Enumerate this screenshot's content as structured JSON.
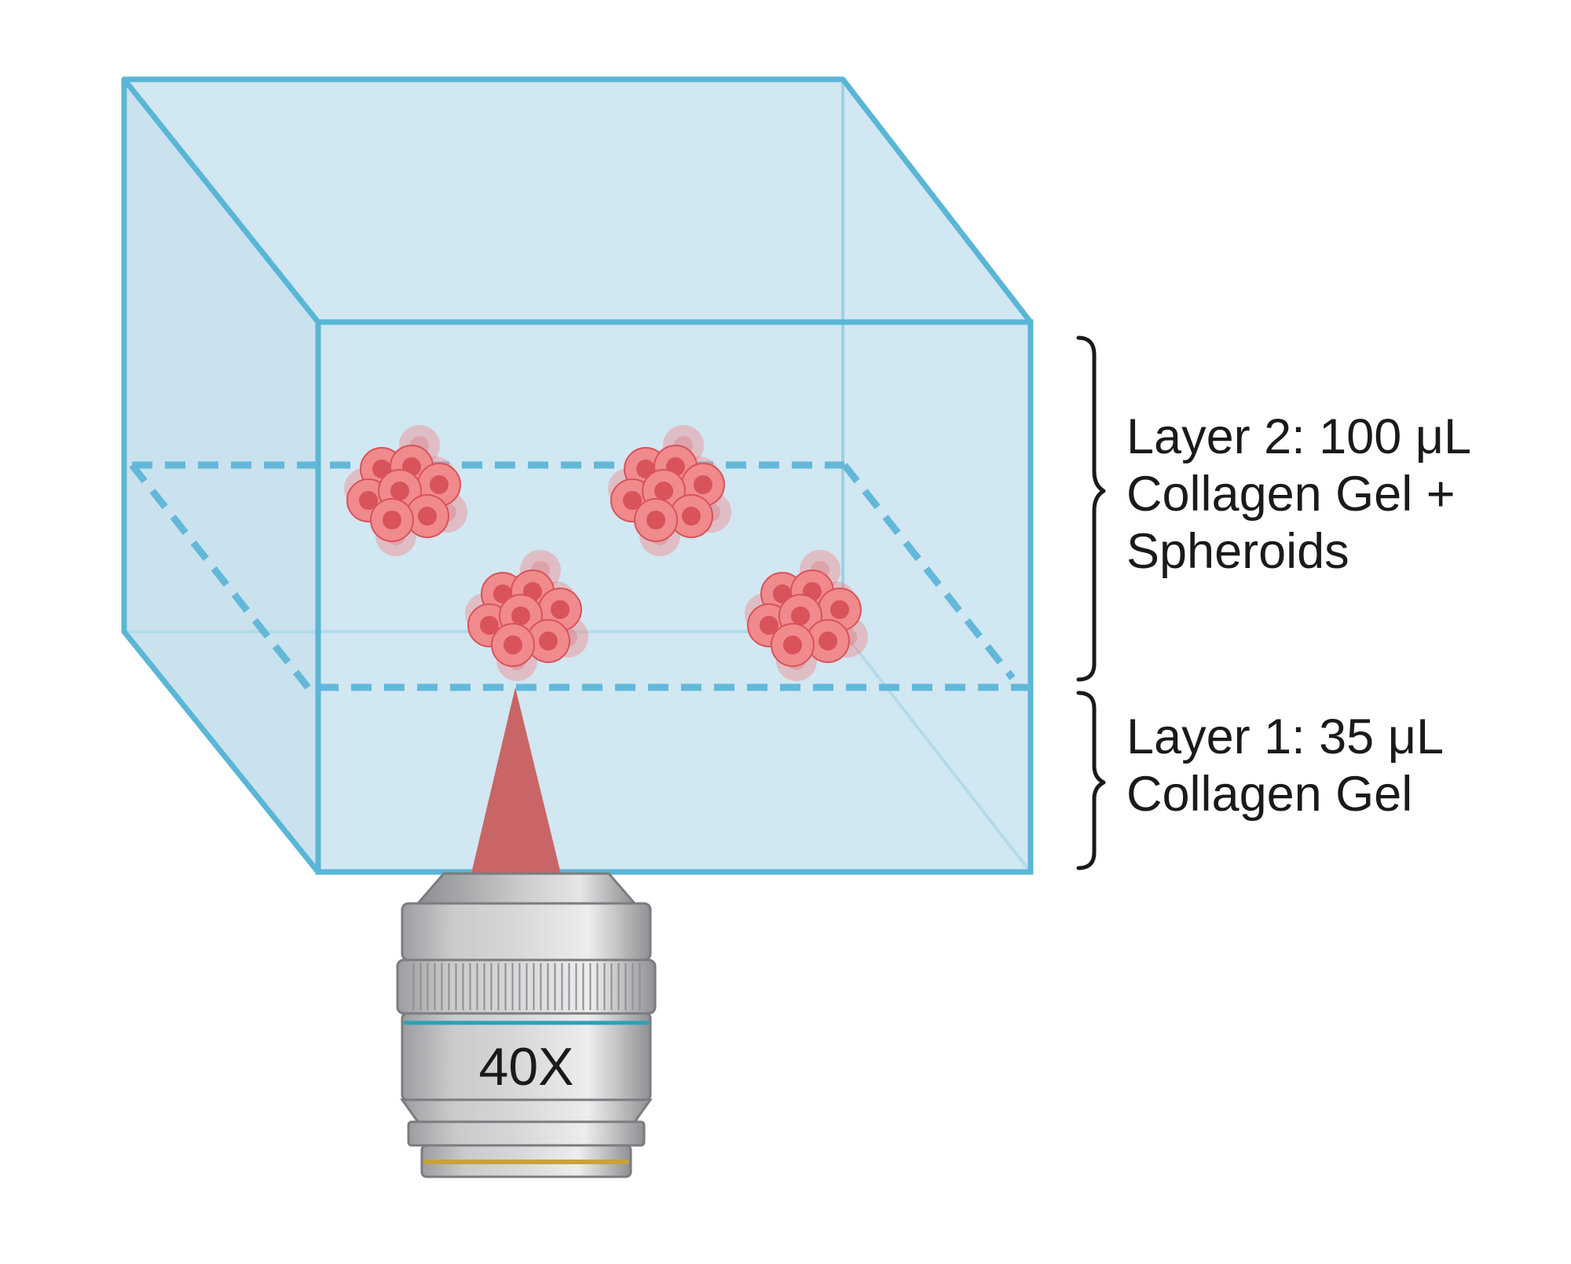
{
  "diagram": {
    "layer2_label": {
      "line1": "Layer 2: 100 μL",
      "line2": "Collagen Gel +",
      "line3": "Spheroids"
    },
    "layer1_label": {
      "line1": "Layer 1: 35 μL",
      "line2": "Collagen Gel"
    },
    "objective_label": "40X",
    "spheroid_count": 4,
    "colors": {
      "box_fill": "#d1e7f2",
      "box_edge": "#5ab6d6",
      "dashed_plane": "#63b8da",
      "spheroid_cell": "#f08a8d",
      "spheroid_nucleus": "#d9535a",
      "light_cone": "#c96566",
      "objective_body": "#c9cacc",
      "objective_stripe": "#2aa3b4",
      "objective_ring": "#c8a23c",
      "bracket": "#1a1a1a"
    }
  }
}
